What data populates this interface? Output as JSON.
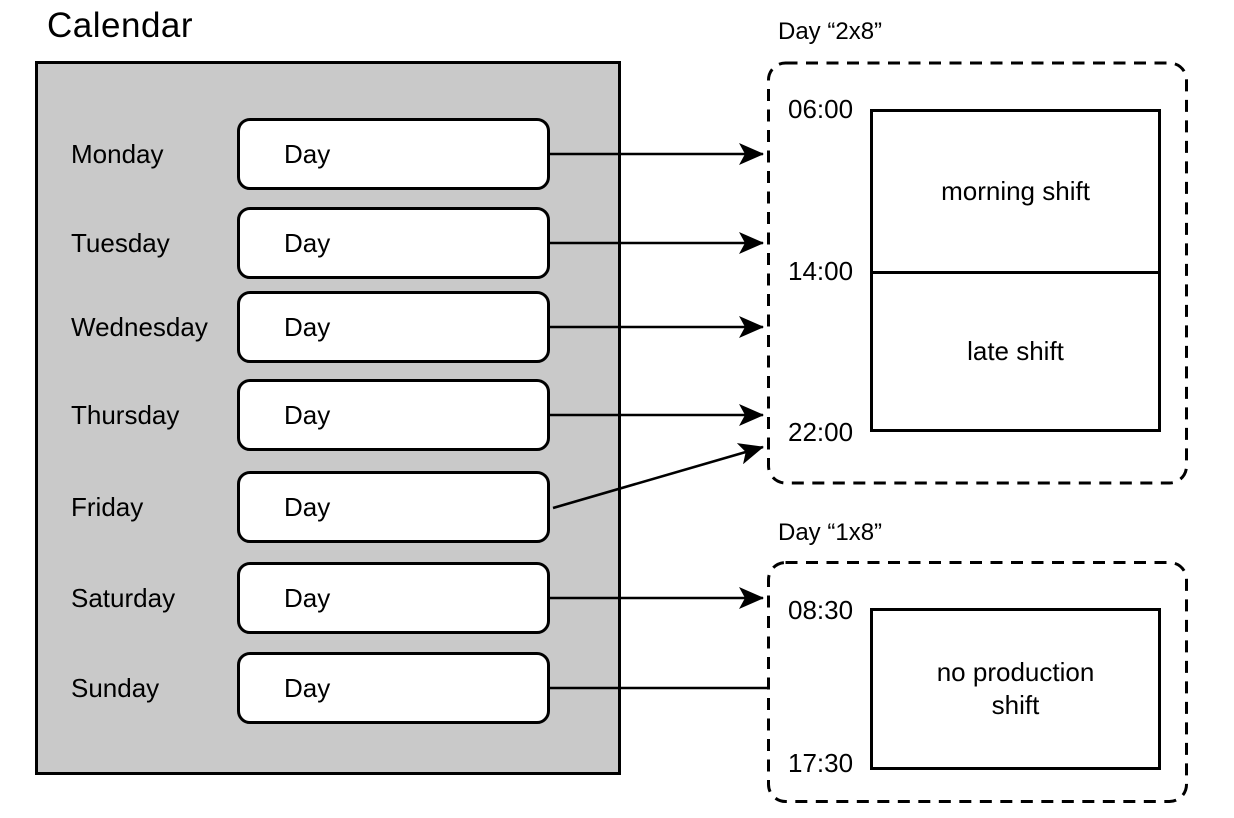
{
  "calendar": {
    "title": "Calendar",
    "day_box_label": "Day",
    "days": [
      "Monday",
      "Tuesday",
      "Wednesday",
      "Thursday",
      "Friday",
      "Saturday",
      "Sunday"
    ]
  },
  "day2x8": {
    "title": "Day “2x8”",
    "time_start": "06:00",
    "time_mid": "14:00",
    "time_end": "22:00",
    "shifts": [
      {
        "label": "morning shift"
      },
      {
        "label": "late shift"
      }
    ]
  },
  "day1x8": {
    "title": "Day “1x8”",
    "time_start": "08:30",
    "time_end": "17:30",
    "shift": "no production shift"
  },
  "colors": {
    "panel_fill": "#c9c9c9",
    "stroke": "#000000",
    "background": "#ffffff"
  }
}
